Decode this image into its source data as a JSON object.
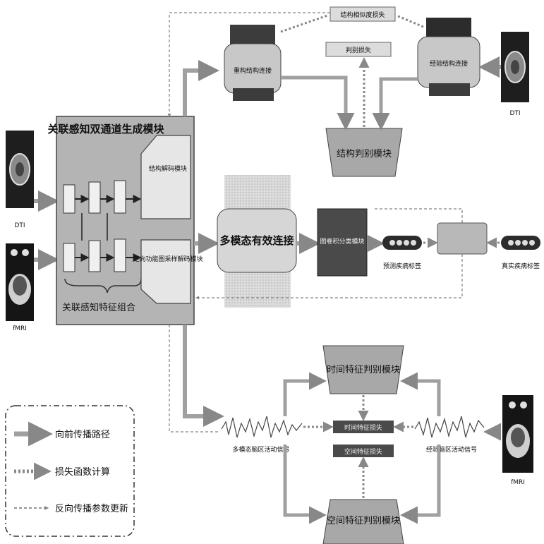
{
  "inputs": {
    "dti_left": "DTI",
    "fmri_left": "fMRI",
    "dti_right": "DTI",
    "fmri_right": "fMRI"
  },
  "generator": {
    "title": "关联感知双通道生成模块",
    "feature_label": "关联感知特征组合",
    "structure_decoder": "结构解码模块",
    "function_decoder": "定向功能图采样解码模块"
  },
  "structure": {
    "predicted": "重构结构连接",
    "empirical": "经验结构连接",
    "loss_a": "结构相似度损失",
    "loss_b": "判别损失",
    "discriminator": "结构判别模块"
  },
  "multimodal": {
    "fusion": "多模态有效连接",
    "predicted_label": "预测疾病标签",
    "classifier": "图卷积分类模块",
    "true_label": "真实疾病标签"
  },
  "function": {
    "time_disc": "时间特征判别模块",
    "space_disc": "空间特征判别模块",
    "generated_signal": "多模态脑区活动信号",
    "real_signal": "经验脑区活动信号",
    "loss_time": "时间特征损失",
    "loss_space": "空间特征损失"
  },
  "legend": {
    "forward": "向前传播路径",
    "loss": "损失函数计算",
    "backprop": "反向传播参数更新"
  },
  "colors": {
    "module_fill": "#c8c8c8",
    "panel_fill": "#b4b4b4",
    "dark_block": "#3c3c3c",
    "arrow_gray": "#a0a0a0"
  }
}
